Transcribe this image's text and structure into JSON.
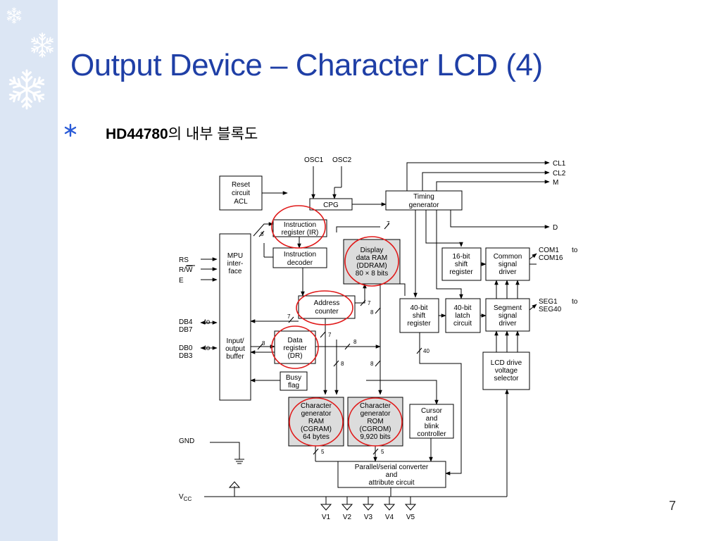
{
  "slide": {
    "title": "Output Device – Character LCD (4)",
    "bullet_bold": "HD44780",
    "bullet_rest": "의 내부 블록도",
    "page_number": "7"
  },
  "colors": {
    "title": "#1f3fa6",
    "sidebar": "#dce6f4",
    "snowflake": "#ffffff",
    "bullet": "#2a5bd7",
    "highlight_ring": "#e01818"
  },
  "icons": {
    "decoration": "snowflake-icon",
    "bullet": "asterisk-icon"
  },
  "diagram": {
    "blocks": {
      "reset": [
        "Reset",
        "circuit",
        "ACL"
      ],
      "cpg": [
        "CPG"
      ],
      "timing": [
        "Timing",
        "generator"
      ],
      "ir": [
        "Instruction",
        "register (IR)"
      ],
      "decoder": [
        "Instruction",
        "decoder"
      ],
      "mpu": [
        "MPU",
        "inter-",
        "face"
      ],
      "io": [
        "Input/",
        "output",
        "buffer"
      ],
      "ddram": [
        "Display",
        "data RAM",
        "(DDRAM)",
        "80 × 8 bits"
      ],
      "shift16": [
        "16-bit",
        "shift",
        "register"
      ],
      "common": [
        "Common",
        "signal",
        "driver"
      ],
      "ac": [
        "Address",
        "counter"
      ],
      "shift40": [
        "40-bit",
        "shift",
        "register"
      ],
      "latch40": [
        "40-bit",
        "latch",
        "circuit"
      ],
      "segment": [
        "Segment",
        "signal",
        "driver"
      ],
      "dr": [
        "Data",
        "register",
        "(DR)"
      ],
      "busy": [
        "Busy",
        "flag"
      ],
      "lcdv": [
        "LCD drive",
        "voltage",
        "selector"
      ],
      "cgram": [
        "Character",
        "generator",
        "RAM",
        "(CGRAM)",
        "64 bytes"
      ],
      "cgrom": [
        "Character",
        "generator",
        "ROM",
        "(CGROM)",
        "9,920 bits"
      ],
      "cursor": [
        "Cursor",
        "and",
        "blink",
        "controller"
      ],
      "pconv": [
        "Parallel/serial converter",
        "and",
        "attribute circuit"
      ]
    },
    "signals": {
      "osc1": "OSC1",
      "osc2": "OSC2",
      "cl1": "CL1",
      "cl2": "CL2",
      "m": "M",
      "d": "D",
      "rs": "RS",
      "rw_r": "R/",
      "rw_w": "W",
      "e": "E",
      "db4": "DB4",
      "db7": "DB7",
      "db0": "DB0",
      "db3": "DB3",
      "to": "to",
      "gnd": "GND",
      "vcc_v": "V",
      "vcc_sub": "CC",
      "com1": "COM1",
      "com16": "COM16",
      "seg1": "SEG1",
      "seg40": "SEG40",
      "v1": "V1",
      "v2": "V2",
      "v3": "V3",
      "v4": "V4",
      "v5": "V5"
    },
    "bus_widths": {
      "ir": "8",
      "ddram": "7",
      "ac_a": "7",
      "ac_b": "7",
      "ac_c": "7",
      "dr_in": "8",
      "dr_out": "8",
      "ddram_down": "8",
      "cg_in1": "8",
      "cg_in2": "8",
      "seg": "40",
      "cgram_out": "5",
      "cgrom_out": "5"
    }
  }
}
